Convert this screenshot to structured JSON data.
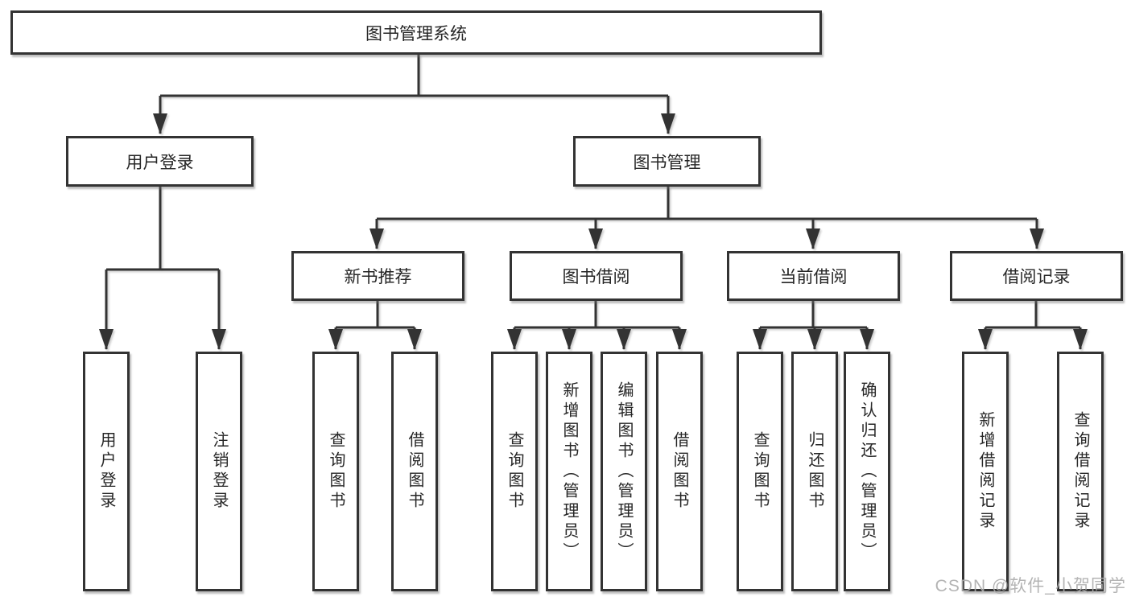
{
  "diagram": {
    "type": "hierarchy-tree",
    "colors": {
      "line": "#333333",
      "box_border": "#333333",
      "box_background": "#ffffff",
      "text": "#262626",
      "watermark": "#acacac"
    },
    "tree": {
      "root": {
        "label": "图书管理系统"
      },
      "children": [
        {
          "label": "用户登录",
          "children": [
            {
              "label": "用户登录"
            },
            {
              "label": "注销登录"
            }
          ]
        },
        {
          "label": "图书管理",
          "children": [
            {
              "label": "新书推荐",
              "children": [
                {
                  "label": "查询图书"
                },
                {
                  "label": "借阅图书"
                }
              ]
            },
            {
              "label": "图书借阅",
              "children": [
                {
                  "label": "查询图书"
                },
                {
                  "label": "新增图书（管理员）"
                },
                {
                  "label": "编辑图书（管理员）"
                },
                {
                  "label": "借阅图书"
                }
              ]
            },
            {
              "label": "当前借阅",
              "children": [
                {
                  "label": "查询图书"
                },
                {
                  "label": "归还图书"
                },
                {
                  "label": "确认归还（管理员）"
                }
              ]
            },
            {
              "label": "借阅记录",
              "children": [
                {
                  "label": "新增借阅记录"
                },
                {
                  "label": "查询借阅记录"
                }
              ]
            }
          ]
        }
      ]
    },
    "watermark": {
      "text": "CSDN @软件_小贺同学"
    }
  }
}
